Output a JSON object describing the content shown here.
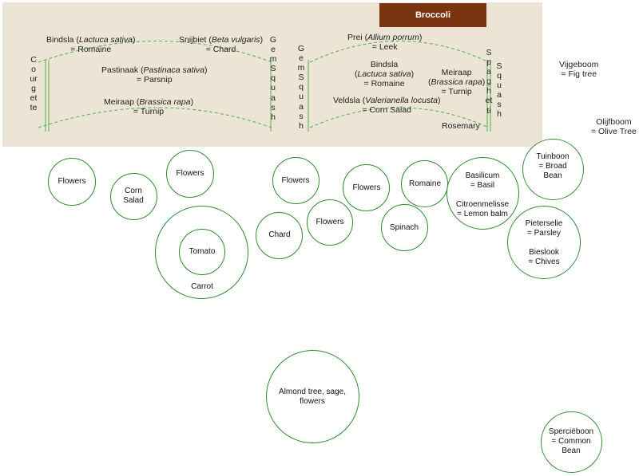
{
  "garden": {
    "broccoli": "Broccoli",
    "left_bed": {
      "bindsla": {
        "pre": "Bindsla (",
        "latin": "Lactuca sativa",
        "post": ")",
        "eq": "= Romaine"
      },
      "snijbiet": {
        "pre": "Snijbiet (",
        "latin": "Beta vulgaris",
        "post": ")",
        "eq": "= Chard"
      },
      "pastinaak": {
        "pre": "Pastinaak (",
        "latin": "Pastinaca sativa",
        "post": ")",
        "eq": "= Parsnip"
      },
      "meiraap": {
        "pre": "Meiraap (",
        "latin": "Brassica rapa",
        "post": ")",
        "eq": "= Turnip"
      }
    },
    "right_bed": {
      "prei": {
        "pre": "Prei (",
        "latin": "Allium porrum",
        "post": ")",
        "eq": "= Leek"
      },
      "bindsla_l1": "Bindsla",
      "bindsla_latin": "Lactuca sativa",
      "bindsla_eq": "= Romaine",
      "meiraap_l1": "Meiraap",
      "meiraap_latin": "Brassica rapa",
      "meiraap_eq": "= Turnip",
      "veldsla": {
        "pre": "Veldsla (",
        "latin": "Valerianella locusta",
        "post": ")",
        "eq": "= Corn Salad"
      },
      "rosemary": "Rosemary"
    },
    "vertical": {
      "courgette": "Courgette",
      "gem_squash_1": "Gem Squash",
      "gem_squash_2": "Gem Squash",
      "spaghetti": "Spaghetti",
      "squash": "Squash"
    },
    "trees": {
      "vijgeboom": "Vijgeboom",
      "vijgeboom_eq": "= Fig tree",
      "olijfboom": "Olijfboom",
      "olijfboom_eq": "= Olive Tree"
    },
    "circles": {
      "flowers_1": "Flowers",
      "corn_salad_1": "Corn",
      "corn_salad_2": "Salad",
      "flowers_2": "Flowers",
      "flowers_3": "Flowers",
      "flowers_4": "Flowers",
      "romaine": "Romaine",
      "basilicum_1": "Basilicum",
      "basilicum_2": "= Basil",
      "citroen_1": "Citroenmelisse",
      "citroen_2": "= Lemon balm",
      "tuinboon_1": "Tuinboon",
      "tuinboon_2": "= Broad",
      "tuinboon_3": "Bean",
      "chard": "Chard",
      "flowers_5": "Flowers",
      "spinach": "Spinach",
      "tomato": "Tomato",
      "carrot": "Carrot",
      "pieterselie_1": "Pieterselie",
      "pieterselie_2": "= Parsley",
      "bieslook_1": "Bieslook",
      "bieslook_2": "= Chives",
      "almond_1": "Almond tree, sage,",
      "almond_2": "flowers",
      "sperciboon_1": "Sperciëboon",
      "sperciboon_2": "= Common",
      "sperciboon_3": "Bean"
    }
  }
}
